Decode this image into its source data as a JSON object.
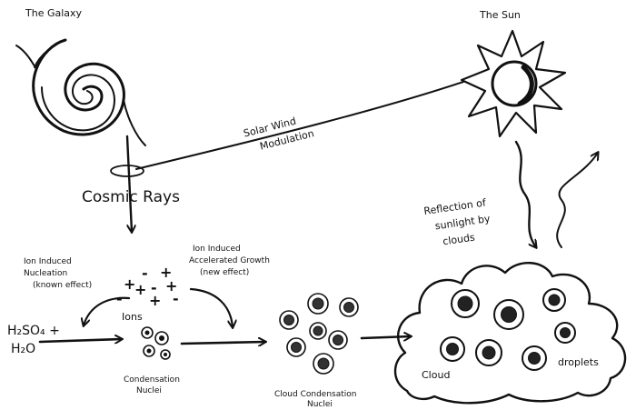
{
  "labels": {
    "galaxy": "The Galaxy",
    "sun": "The Sun",
    "solar_wind_1": "Solar Wind",
    "solar_wind_2": "Modulation",
    "cosmic_rays": "Cosmic Rays",
    "reflection_1": "Reflection of",
    "reflection_2": "sunlight by",
    "reflection_3": "clouds",
    "ion_nucleation_1": "Ion Induced",
    "ion_nucleation_2": "Nucleation",
    "ion_nucleation_3": "(known effect)",
    "ion_growth_1": "Ion Induced",
    "ion_growth_2": "Accelerated Growth",
    "ion_growth_3": "(new effect)",
    "ions": "Ions",
    "h2so4": "H₂SO₄ +",
    "h2o": "H₂O",
    "condensation_1": "Condensation",
    "condensation_2": "Nuclei",
    "ccn_1": "Cloud Condensation",
    "ccn_2": "Nuclei",
    "cloud": "Cloud",
    "droplets": "droplets",
    "ion_signs": [
      "+",
      "-",
      "+",
      "+",
      "-",
      "+",
      "+",
      "-",
      "-"
    ]
  }
}
